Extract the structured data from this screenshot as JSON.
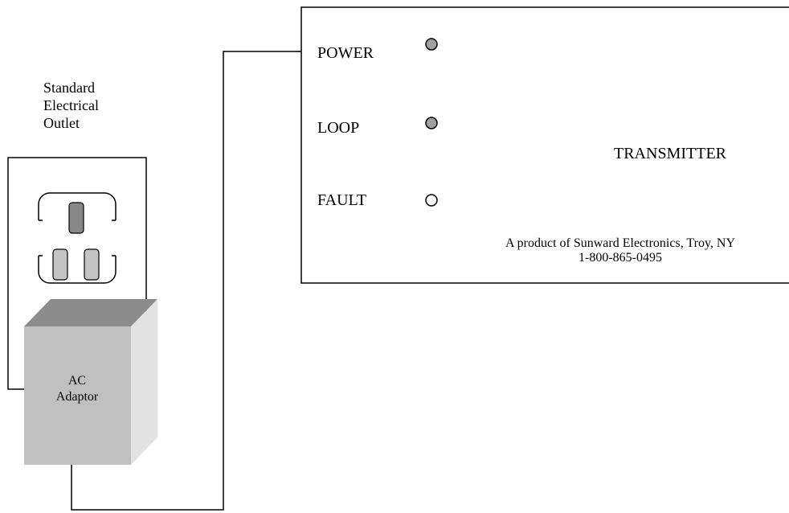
{
  "outlet": {
    "caption_lines": [
      "Standard",
      "Electrical",
      "Outlet"
    ]
  },
  "adaptor": {
    "label_lines": [
      "AC",
      "Adaptor"
    ]
  },
  "transmitter": {
    "title": "TRANSMITTER",
    "indicators": [
      {
        "label": "POWER",
        "state": "lit",
        "color": "#a0a0a0"
      },
      {
        "label": "LOOP",
        "state": "lit",
        "color": "#a0a0a0"
      },
      {
        "label": "FAULT",
        "state": "off",
        "color": "#ffffff"
      }
    ],
    "manufacturer_lines": [
      "A product of Sunward Electronics, Troy, NY",
      "1-800-865-0495"
    ]
  },
  "colors": {
    "line": "#000000",
    "plug_slot_ground": "#888888",
    "plug_slot": "#c4c4c4",
    "adaptor_front": "#c0c0c0",
    "adaptor_top": "#8c8c8c",
    "adaptor_side": "#e2e2e2"
  }
}
